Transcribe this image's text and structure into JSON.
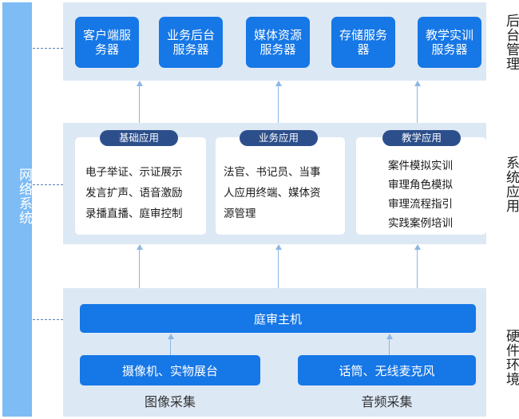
{
  "network": {
    "label": "网络系统"
  },
  "layers": {
    "backend": {
      "label": "后台管理",
      "servers": [
        "客户端服务器",
        "业务后台服务器",
        "媒体资源服务器",
        "存储服务器",
        "教学实训服务器"
      ]
    },
    "system": {
      "label": "系统应用",
      "cards": [
        {
          "title": "基础应用",
          "lines": [
            "电子举证、示证展示",
            "发言扩声、语音激励",
            "录播直播、庭审控制"
          ]
        },
        {
          "title": "业务应用",
          "lines": [
            "法官、书记员、当事",
            "人应用终端、媒体资",
            "源管理"
          ]
        },
        {
          "title": "教学应用",
          "lines": [
            "案件模拟实训",
            "审理角色模拟",
            "审理流程指引",
            "实践案例培训"
          ]
        }
      ]
    },
    "hardware": {
      "label": "硬件环境",
      "host": "庭审主机",
      "devices": [
        "摄像机、实物展台",
        "话筒、无线麦克风"
      ],
      "captions": [
        "图像采集",
        "音频采集"
      ]
    }
  },
  "colors": {
    "accent": "#1677e6",
    "pill": "#2c4f8c",
    "panel": "#dde8f5",
    "network": "#7dbcf5"
  }
}
